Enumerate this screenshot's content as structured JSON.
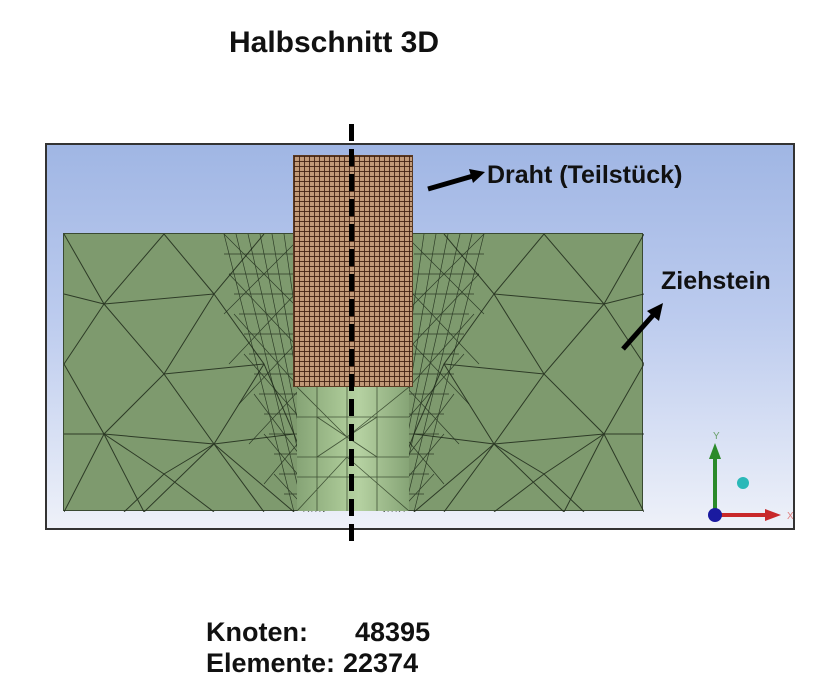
{
  "title": "Halbschnitt 3D",
  "labels": {
    "wire": "Draht (Teilstück)",
    "die": "Ziehstein"
  },
  "triad": {
    "x_label": "X",
    "y_label": "Y",
    "colors": {
      "x": "#c8282a",
      "y": "#2a8a2a",
      "origin": "#1a1aa0",
      "sphere": "#2ab8b8"
    }
  },
  "stats": {
    "nodes_label": "Knoten:",
    "nodes_value": "48395",
    "elements_label": "Elemente:",
    "elements_value": "22374"
  },
  "colors": {
    "die_mesh": "#7e9a6e",
    "wire_mesh": "#c19a78",
    "background_top": "#a0b6e4",
    "background_bottom": "#eef1f9"
  }
}
